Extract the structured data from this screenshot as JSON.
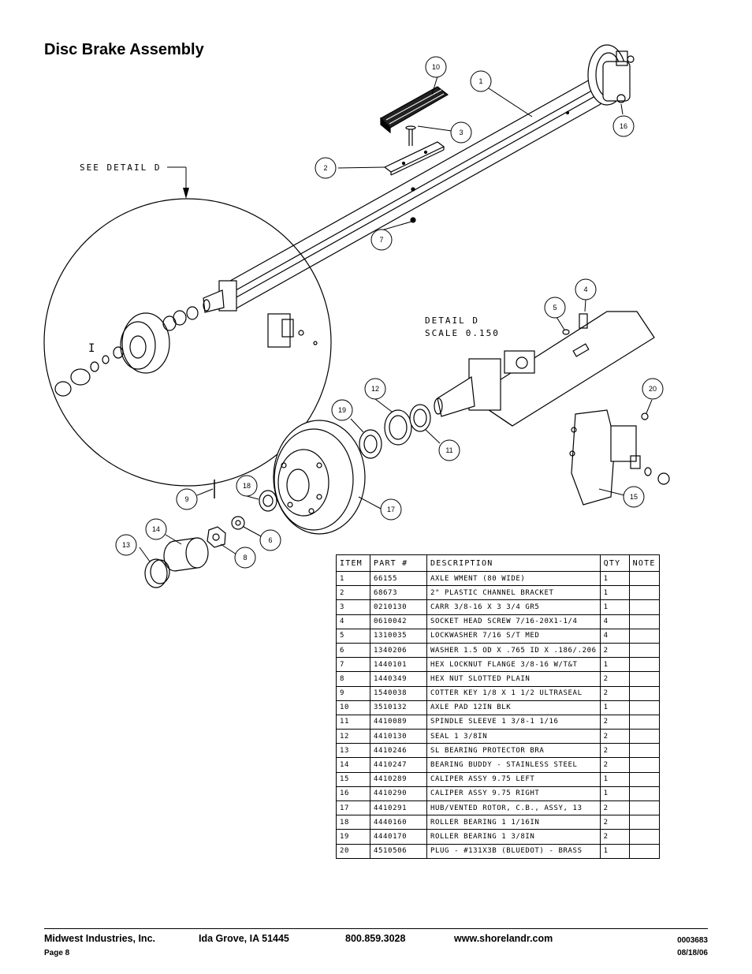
{
  "page": {
    "title": "Disc Brake Assembly"
  },
  "diagram": {
    "see_detail": "SEE DETAIL  D",
    "detail_title": "DETAIL  D",
    "detail_scale": "SCALE  0.150",
    "detail_marker": "I",
    "callouts": [
      "10",
      "1",
      "3",
      "16",
      "2",
      "7",
      "4",
      "5",
      "12",
      "19",
      "20",
      "11",
      "18",
      "17",
      "9",
      "14",
      "6",
      "13",
      "8",
      "15"
    ]
  },
  "parts_table": {
    "headers": [
      "ITEM",
      "PART #",
      "DESCRIPTION",
      "QTY",
      "NOTE"
    ],
    "rows": [
      [
        "1",
        "66155",
        "AXLE WMENT (80 WIDE)",
        "1",
        ""
      ],
      [
        "2",
        "68673",
        "2\" PLASTIC CHANNEL BRACKET",
        "1",
        ""
      ],
      [
        "3",
        "0210130",
        "CARR 3/8-16 X 3 3/4 GR5",
        "1",
        ""
      ],
      [
        "4",
        "0610042",
        "SOCKET HEAD SCREW 7/16-20X1-1/4",
        "4",
        ""
      ],
      [
        "5",
        "1310035",
        "LOCKWASHER 7/16 S/T MED",
        "4",
        ""
      ],
      [
        "6",
        "1340206",
        "WASHER 1.5 OD X .765 ID X .186/.206",
        "2",
        ""
      ],
      [
        "7",
        "1440101",
        "HEX LOCKNUT FLANGE 3/8-16 W/T&T",
        "1",
        ""
      ],
      [
        "8",
        "1440349",
        "HEX NUT SLOTTED PLAIN",
        "2",
        ""
      ],
      [
        "9",
        "1540038",
        "COTTER KEY 1/8 X 1 1/2 ULTRASEAL",
        "2",
        ""
      ],
      [
        "10",
        "3510132",
        "AXLE PAD 12IN  BLK",
        "1",
        ""
      ],
      [
        "11",
        "4410089",
        "SPINDLE SLEEVE  1 3/8-1 1/16",
        "2",
        ""
      ],
      [
        "12",
        "4410130",
        "SEAL  1 3/8IN",
        "2",
        ""
      ],
      [
        "13",
        "4410246",
        "SL BEARING PROTECTOR BRA",
        "2",
        ""
      ],
      [
        "14",
        "4410247",
        "BEARING BUDDY - STAINLESS STEEL",
        "2",
        ""
      ],
      [
        "15",
        "4410289",
        "CALIPER ASSY 9.75 LEFT",
        "1",
        ""
      ],
      [
        "16",
        "4410290",
        "CALIPER ASSY 9.75 RIGHT",
        "1",
        ""
      ],
      [
        "17",
        "4410291",
        "HUB/VENTED ROTOR, C.B., ASSY, 13",
        "2",
        ""
      ],
      [
        "18",
        "4440160",
        "ROLLER BEARING   1 1/16IN",
        "2",
        ""
      ],
      [
        "19",
        "4440170",
        "ROLLER BEARING   1 3/8IN",
        "2",
        ""
      ],
      [
        "20",
        "4510506",
        "PLUG - #131X3B (BLUEDOT) - BRASS",
        "1",
        ""
      ]
    ]
  },
  "footer": {
    "company": "Midwest Industries, Inc.",
    "location": "Ida Grove, IA  51445",
    "phone": "800.859.3028",
    "website": "www.shorelandr.com",
    "doc_number": "0003683",
    "page_label": "Page 8",
    "date": "08/18/06"
  }
}
